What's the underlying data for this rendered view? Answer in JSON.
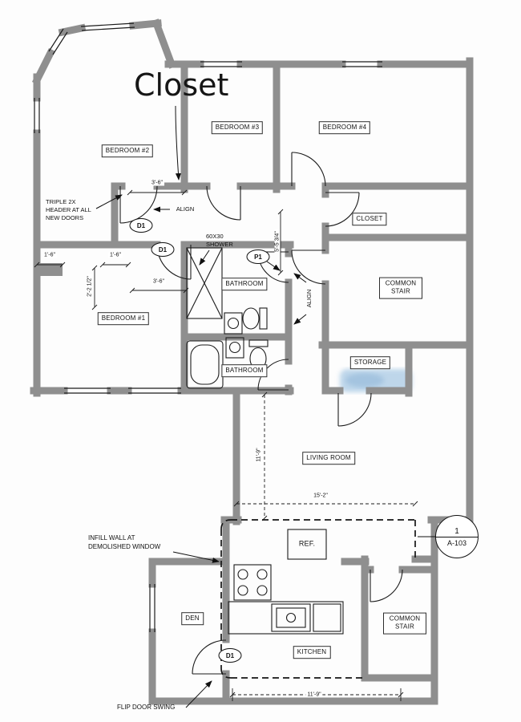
{
  "plan": {
    "rooms": {
      "bedroom2": "BEDROOM #2",
      "bedroom3": "BEDROOM #3",
      "bedroom4": "BEDROOM #4",
      "bedroom1": "BEDROOM #1",
      "closet": "CLOSET",
      "bathroom_upper": "BATHROOM",
      "bathroom_lower": "BATHROOM",
      "common_stair_upper": "COMMON STAIR",
      "common_stair_lower": "COMMON STAIR",
      "storage": "STORAGE",
      "living_room": "LIVING ROOM",
      "den": "DEN",
      "kitchen": "KITCHEN"
    },
    "fixtures": {
      "fridge": "REF."
    },
    "annotations": {
      "closet_note": "Closet",
      "header_note": "TRIPLE 2X\nHEADER AT ALL\nNEW DOORS",
      "align_top": "ALIGN",
      "align_side": "ALIGN",
      "shower_note": "60X30\nSHOWER",
      "infill_note": "INFILL WALL AT\nDEMOLISHED WINDOW",
      "flip_note": "FLIP DOOR SWING"
    },
    "door_tags": {
      "d1_bedroom2": "D1",
      "d1_bedroom1": "D1",
      "d1_kitchen": "D1",
      "p1": "P1"
    },
    "dimensions": {
      "door_top": "3'-6\"",
      "jamb_left": "1'-6\"",
      "jamb_mid": "1'-6\"",
      "wall_left": "2'-2 1/2\"",
      "door_mid": "3'-6\"",
      "corridor": "5'-5 3/4\"",
      "living_depth": "11'-9\"",
      "living_width": "15'-2\"",
      "kitchen_width": "11'-9\""
    },
    "callout": {
      "number": "1",
      "sheet": "A-103"
    },
    "colors": {
      "wall": "#8f8f8f",
      "line": "#1c1c1c",
      "highlight": "#a9c9e4"
    }
  }
}
